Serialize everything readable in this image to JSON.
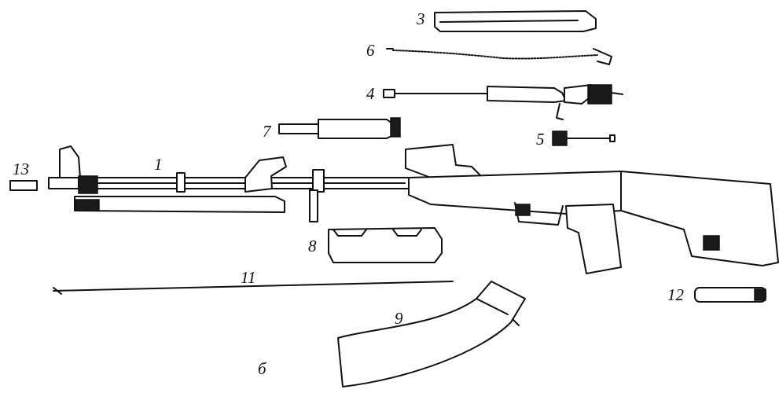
{
  "figure": {
    "sublabel": "б",
    "parts": [
      {
        "id": "1",
        "label": "1"
      },
      {
        "id": "3",
        "label": "3"
      },
      {
        "id": "4",
        "label": "4"
      },
      {
        "id": "5",
        "label": "5"
      },
      {
        "id": "6",
        "label": "6"
      },
      {
        "id": "7",
        "label": "7"
      },
      {
        "id": "8",
        "label": "8"
      },
      {
        "id": "9",
        "label": "9"
      },
      {
        "id": "11",
        "label": "11"
      },
      {
        "id": "12",
        "label": "12"
      },
      {
        "id": "13",
        "label": "13"
      }
    ]
  },
  "colors": {
    "ink": "#111111",
    "paper": "#ffffff"
  }
}
